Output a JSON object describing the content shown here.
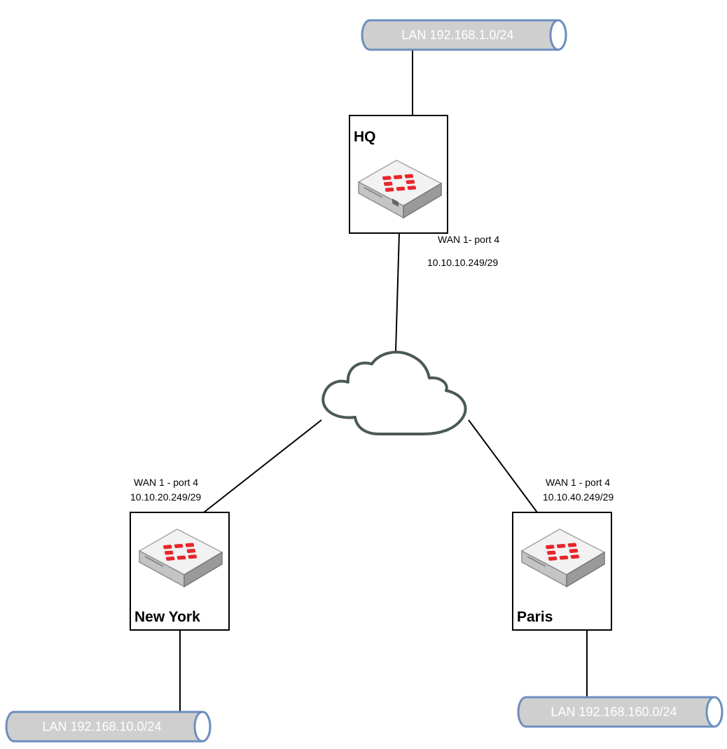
{
  "colors": {
    "lan_fill": "#cfcfcf",
    "lan_stroke": "#6c8ebf",
    "cloud_stroke": "#4a5a55",
    "fortinet_red": "#e8262a",
    "line": "#000000"
  },
  "lans": {
    "hq": "LAN 192.168.1.0/24",
    "ny": "LAN 192.168.10.0/24",
    "paris": "LAN 192.168.160.0/24"
  },
  "sites": {
    "hq": "HQ",
    "ny": "New York",
    "paris": "Paris"
  },
  "wan": {
    "hq_port": "WAN 1- port 4",
    "hq_ip": "10.10.10.249/29",
    "ny_port": "WAN 1 - port 4",
    "ny_ip": "10.10.20.249/29",
    "paris_port": "WAN 1 - port 4",
    "paris_ip": "10.10.40.249/29"
  },
  "icons": {
    "device": "fortigate-firewall-icon",
    "cloud": "internet-cloud-icon",
    "lan": "lan-segment-icon"
  }
}
